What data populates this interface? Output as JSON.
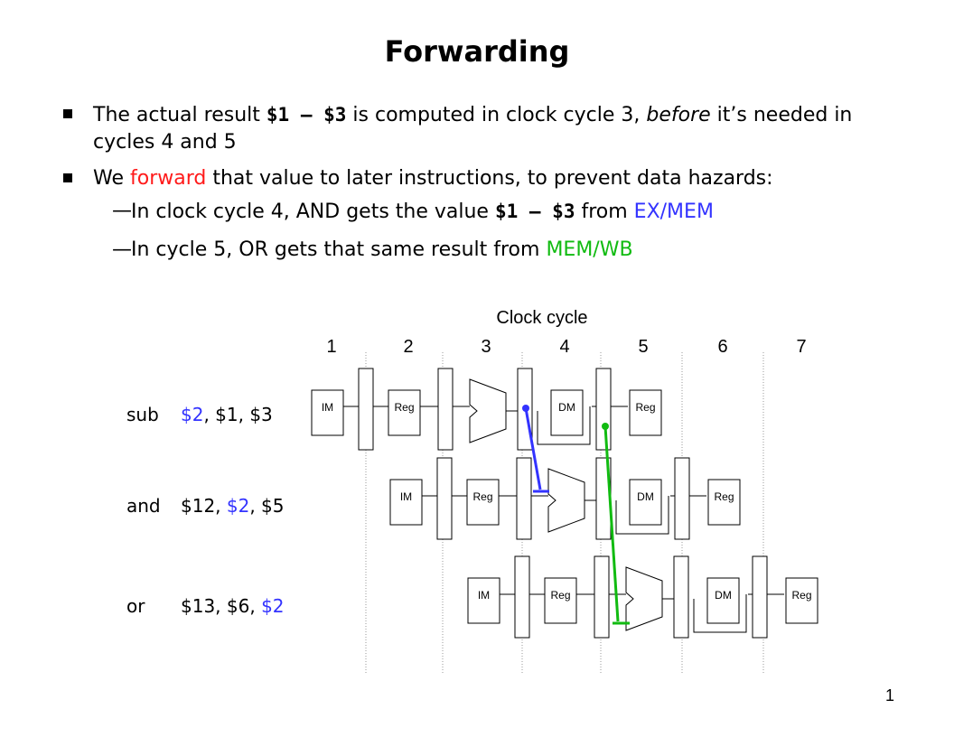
{
  "title": "Forwarding",
  "bullets": {
    "b1_pre": "The actual result ",
    "b1_code": "$1 – $3",
    "b1_mid": " is computed in clock cycle 3, ",
    "b1_em": "before",
    "b1_post": " it’s needed in cycles 4 and 5",
    "b2_pre": "We ",
    "b2_hl": "forward",
    "b2_post": " that value to later instructions, to prevent data hazards:",
    "s1_dash": "—",
    "s1_pre": "In clock cycle 4, AND gets the value ",
    "s1_code": "$1 – $3",
    "s1_mid": " from ",
    "s1_hl": "EX/MEM",
    "s2_dash": "—",
    "s2_pre": "In cycle 5, OR gets that same result from ",
    "s2_hl": "MEM/WB"
  },
  "diagram": {
    "clock_label": "Clock cycle",
    "cycles": [
      "1",
      "2",
      "3",
      "4",
      "5",
      "6",
      "7"
    ],
    "stage_labels": {
      "im": "IM",
      "reg": "Reg",
      "dm": "DM"
    },
    "instructions": [
      {
        "op": "sub",
        "args": [
          {
            "text": "$2",
            "hl": true
          },
          {
            "text": ", $1, $3",
            "hl": false
          }
        ]
      },
      {
        "op": "and",
        "args": [
          {
            "text": "$12, ",
            "hl": false
          },
          {
            "text": "$2",
            "hl": true
          },
          {
            "text": ", $5",
            "hl": false
          }
        ]
      },
      {
        "op": "or",
        "args": [
          {
            "text": "$13, $6, ",
            "hl": false
          },
          {
            "text": "$2",
            "hl": true
          }
        ]
      }
    ],
    "colors": {
      "exmem_forward": "#3333ff",
      "memwb_forward": "#11bb11",
      "highlight": "#3333ff",
      "emphasis": "#ff1a1a"
    }
  },
  "page_number": "1"
}
